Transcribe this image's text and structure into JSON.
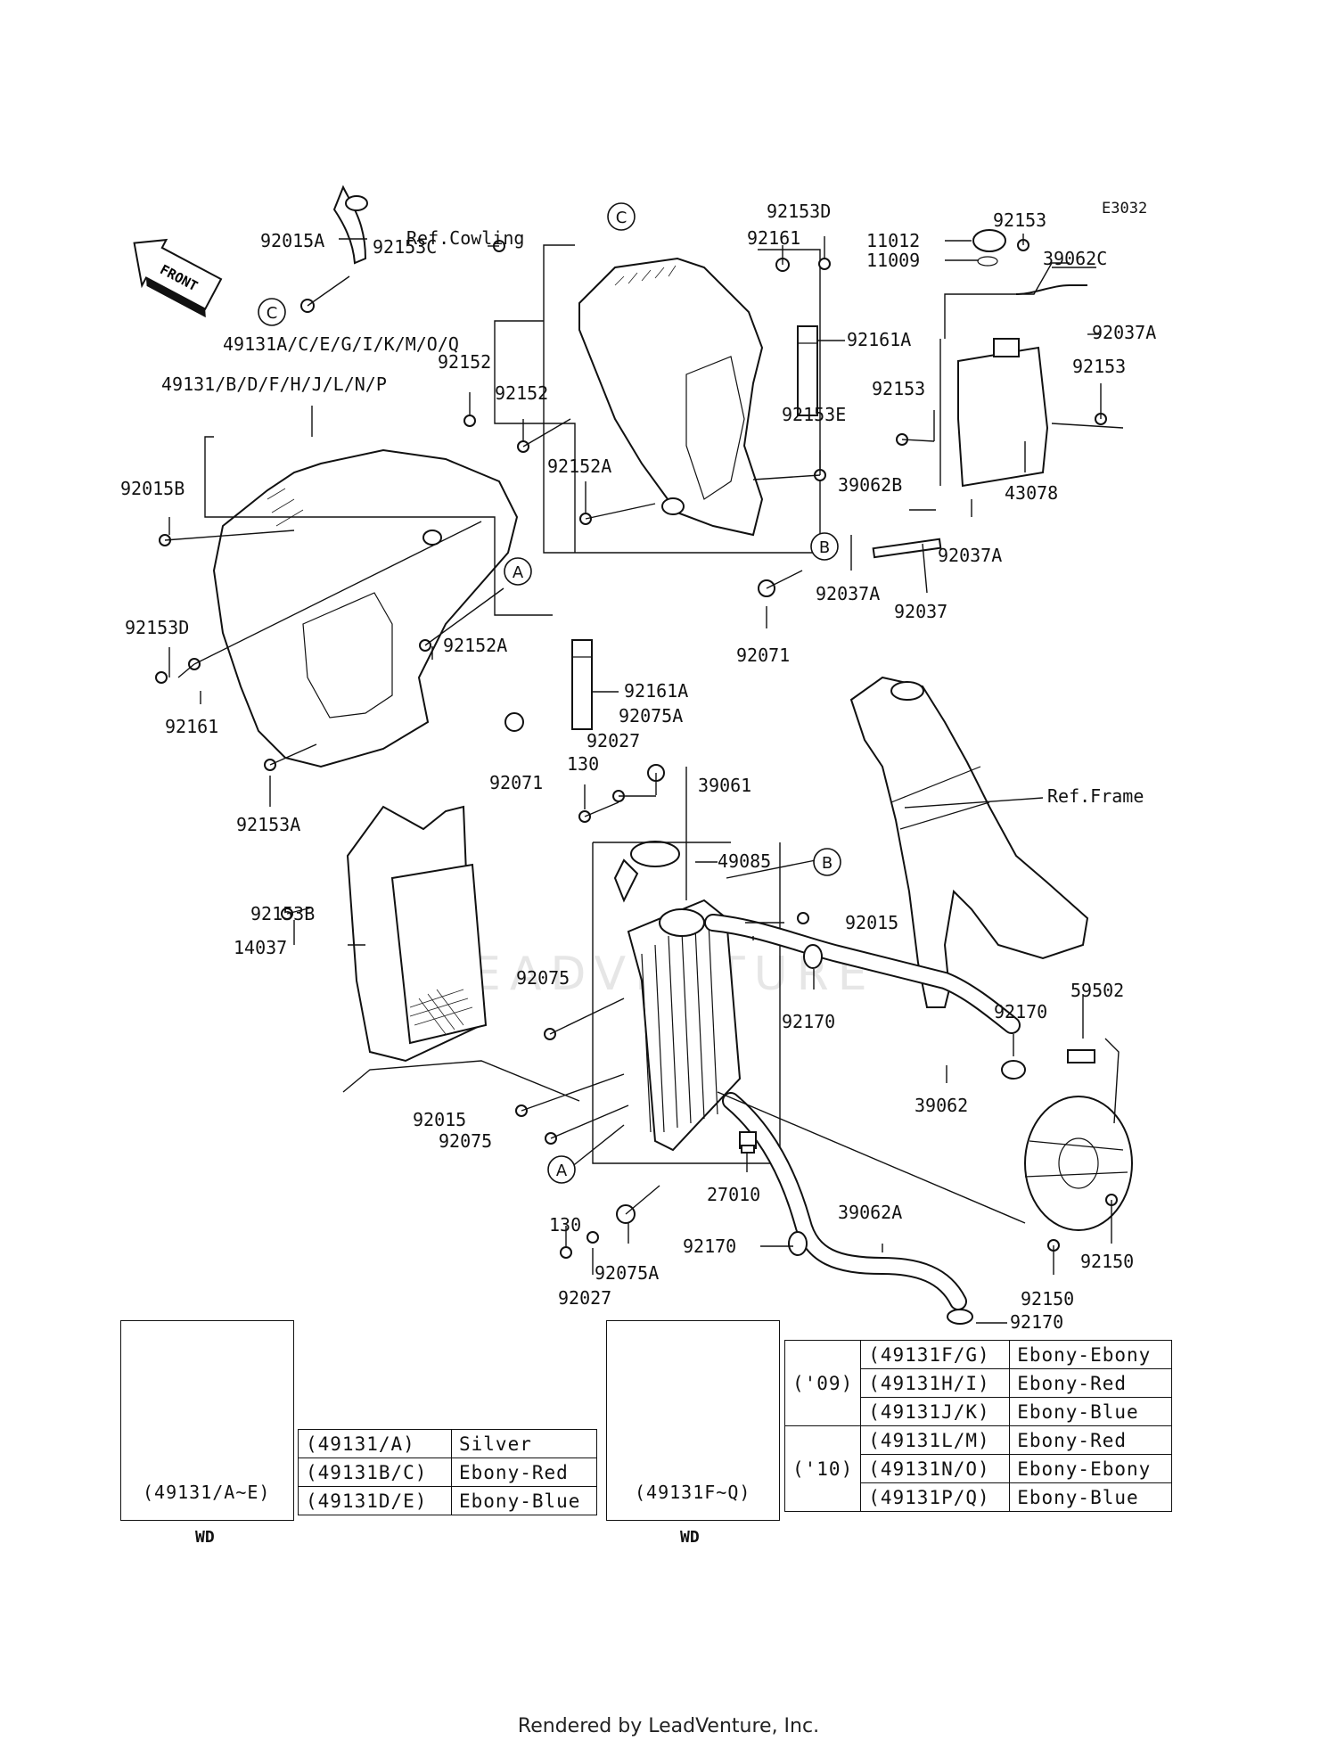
{
  "diagram_code": "E3032",
  "front_label": "FRONT",
  "watermark": "LEADVENTURE",
  "callouts": [
    {
      "id": "p92015A",
      "text": "92015A"
    },
    {
      "id": "refCowling",
      "text": "Ref.Cowling"
    },
    {
      "id": "p92153C",
      "text": "92153C"
    },
    {
      "id": "p49131ACE",
      "text": "49131A/C/E/G/I/K/M/O/Q"
    },
    {
      "id": "p92152_top",
      "text": "92152"
    },
    {
      "id": "p49131BDF",
      "text": "49131/B/D/F/H/J/L/N/P"
    },
    {
      "id": "p92152_mid",
      "text": "92152"
    },
    {
      "id": "p92152A_top",
      "text": "92152A"
    },
    {
      "id": "p92015B",
      "text": "92015B"
    },
    {
      "id": "p92153D_top",
      "text": "92153D"
    },
    {
      "id": "p92161_top",
      "text": "92161"
    },
    {
      "id": "p92161A_top",
      "text": "92161A"
    },
    {
      "id": "p92153E",
      "text": "92153E"
    },
    {
      "id": "p11012",
      "text": "11012"
    },
    {
      "id": "p11009",
      "text": "11009"
    },
    {
      "id": "p92153_tr1",
      "text": "92153"
    },
    {
      "id": "p39062C",
      "text": "39062C"
    },
    {
      "id": "p92037A_1",
      "text": "92037A"
    },
    {
      "id": "p92153_tr2",
      "text": "92153"
    },
    {
      "id": "p92153_tr3",
      "text": "92153"
    },
    {
      "id": "p39062B",
      "text": "39062B"
    },
    {
      "id": "p43078",
      "text": "43078"
    },
    {
      "id": "p92037A_2",
      "text": "92037A"
    },
    {
      "id": "p92037A_3",
      "text": "92037A"
    },
    {
      "id": "p92037",
      "text": "92037"
    },
    {
      "id": "p92071_top",
      "text": "92071"
    },
    {
      "id": "p92153D_left",
      "text": "92153D"
    },
    {
      "id": "p92161_left",
      "text": "92161"
    },
    {
      "id": "p92152A_mid",
      "text": "92152A"
    },
    {
      "id": "p92161A_mid",
      "text": "92161A"
    },
    {
      "id": "p92075A_top",
      "text": "92075A"
    },
    {
      "id": "p92027_top",
      "text": "92027"
    },
    {
      "id": "p130_top",
      "text": "130"
    },
    {
      "id": "p92071_mid",
      "text": "92071"
    },
    {
      "id": "p39061",
      "text": "39061"
    },
    {
      "id": "p92153A",
      "text": "92153A"
    },
    {
      "id": "refFrame",
      "text": "Ref.Frame"
    },
    {
      "id": "p49085",
      "text": "49085"
    },
    {
      "id": "p92153B",
      "text": "92153B"
    },
    {
      "id": "p92015_r",
      "text": "92015"
    },
    {
      "id": "p14037",
      "text": "14037"
    },
    {
      "id": "p92075_mid",
      "text": "92075"
    },
    {
      "id": "p92170_a",
      "text": "92170"
    },
    {
      "id": "p59502",
      "text": "59502"
    },
    {
      "id": "p92170_b",
      "text": "92170"
    },
    {
      "id": "p39062",
      "text": "39062"
    },
    {
      "id": "p92015_l",
      "text": "92015"
    },
    {
      "id": "p92075_low",
      "text": "92075"
    },
    {
      "id": "p27010",
      "text": "27010"
    },
    {
      "id": "p39062A",
      "text": "39062A"
    },
    {
      "id": "p130_low",
      "text": "130"
    },
    {
      "id": "p92170_c",
      "text": "92170"
    },
    {
      "id": "p92150_a",
      "text": "92150"
    },
    {
      "id": "p92075A_low",
      "text": "92075A"
    },
    {
      "id": "p92027_low",
      "text": "92027"
    },
    {
      "id": "p92150_b",
      "text": "92150"
    },
    {
      "id": "p92170_d",
      "text": "92170"
    }
  ],
  "ref_letters": [
    "A",
    "B",
    "C"
  ],
  "inset_left_label": "(49131/A~E)",
  "inset_right_label": "(49131F~Q)",
  "wd_label": "WD",
  "table_left": [
    [
      "(49131/A)",
      "Silver"
    ],
    [
      "(49131B/C)",
      "Ebony-Red"
    ],
    [
      "(49131D/E)",
      "Ebony-Blue"
    ]
  ],
  "table_right": {
    "years": [
      "('09)",
      "('10)"
    ],
    "rows": [
      [
        "(49131F/G)",
        "Ebony-Ebony"
      ],
      [
        "(49131H/I)",
        "Ebony-Red"
      ],
      [
        "(49131J/K)",
        "Ebony-Blue"
      ],
      [
        "(49131L/M)",
        "Ebony-Red"
      ],
      [
        "(49131N/O)",
        "Ebony-Ebony"
      ],
      [
        "(49131P/Q)",
        "Ebony-Blue"
      ]
    ]
  },
  "footer": "Rendered by LeadVenture, Inc."
}
